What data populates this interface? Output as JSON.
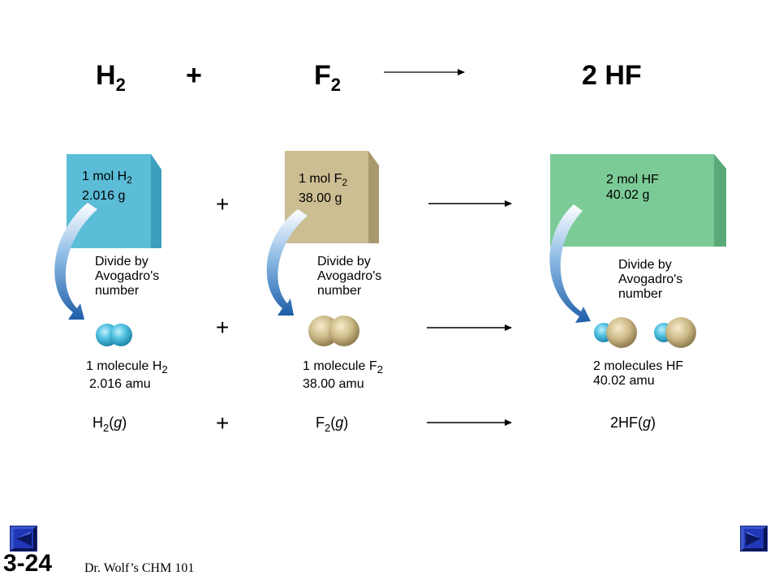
{
  "equation": {
    "h2_base": "H",
    "h2_sub": "2",
    "plus": "+",
    "f2_base": "F",
    "f2_sub": "2",
    "product": "2 HF"
  },
  "cubes": {
    "h2": {
      "line1": "1 mol H",
      "line1_sub": "2",
      "line2": "2.016 g",
      "color": "#5bbdd8"
    },
    "f2": {
      "line1": "1 mol F",
      "line1_sub": "2",
      "line2": "38.00 g",
      "color": "#cdbd93"
    },
    "hf": {
      "line1": "2 mol HF",
      "line2": "40.02 g",
      "color": "#7ccb97"
    }
  },
  "divide": {
    "line1": "Divide by",
    "line2": "Avogadro's",
    "line3": "number"
  },
  "molecules": {
    "h2": {
      "line1": "1 molecule H",
      "line1_sub": "2",
      "line2": "2.016 amu"
    },
    "f2": {
      "line1": "1 molecule F",
      "line1_sub": "2",
      "line2": "38.00 amu"
    },
    "hf": {
      "line1": "2 molecules HF",
      "line2": "40.02 amu"
    }
  },
  "formulas": {
    "h2_base": "H",
    "h2_sub": "2",
    "h2_state": "g",
    "f2_base": "F",
    "f2_sub": "2",
    "f2_state": "g",
    "hf_base": "2HF",
    "hf_state": "g",
    "open_paren": "(",
    "close_paren": ")"
  },
  "plus": "+",
  "footer": {
    "slide_number": "3-24",
    "author": "Dr. Wolf’s CHM 101"
  }
}
